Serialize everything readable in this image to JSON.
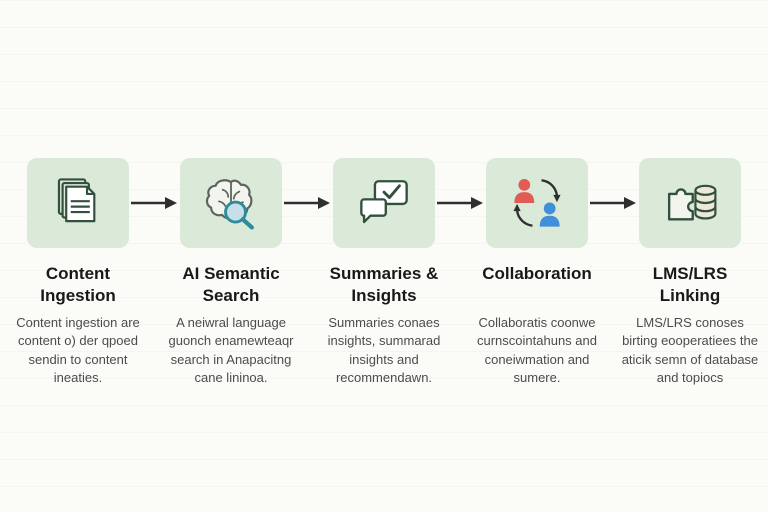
{
  "diagram": {
    "steps": [
      {
        "icon": "documents-icon",
        "title": "Content Ingestion",
        "description": "Content ingestion are content o) der qpoed sendin to content ineaties."
      },
      {
        "icon": "brain-search-icon",
        "title": "AI Semantic Search",
        "description": "A neiwral language guonch enamewteaqr search in Anapacitng cane lininoa."
      },
      {
        "icon": "chat-check-icon",
        "title": "Summaries & Insights",
        "description": "Summaries conaes insights, summarad insights and recommendawn."
      },
      {
        "icon": "people-sync-icon",
        "title": "Collaboration",
        "description": "Collaboratis coonwe curnscointahuns and coneiwmation and sumere."
      },
      {
        "icon": "puzzle-database-icon",
        "title": "LMS/LRS Linking",
        "description": "LMS/LRS conoses birting eooperatiees the aticik semn of database and topiocs"
      }
    ],
    "colors": {
      "box_bg": "#dbe9d8",
      "icon_stroke": "#33503f",
      "icon_fill": "#f2f5ee",
      "brain_stroke": "#5d645d",
      "accent_teal": "#2e8b9a",
      "lens_fill": "#c7dfe9",
      "person_red": "#e05c55",
      "person_blue": "#3f8fd9",
      "arrow": "#2f2f2f",
      "title": "#191919",
      "description": "#4c4c4c"
    }
  }
}
